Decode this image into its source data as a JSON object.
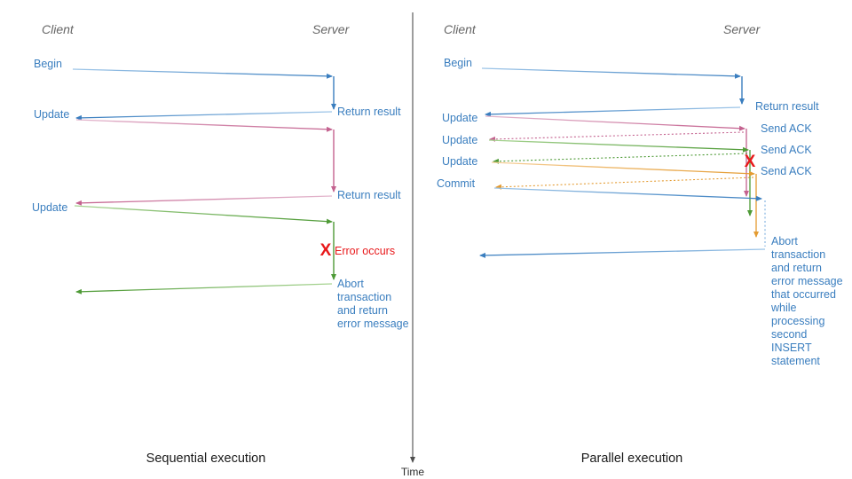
{
  "figure": {
    "title": "Sequential vs parallel transaction execution sequence diagram",
    "time_axis_label": "Time"
  },
  "colors": {
    "blue": "#3a7ebf",
    "blue_light": "#7aaede",
    "pink": "#c4628f",
    "pink_light": "#dda7c0",
    "green": "#4e9a36",
    "green_light": "#8fc878",
    "orange": "#e49b31",
    "orange_light": "#f3c276",
    "red": "#e8191b",
    "gray": "#666666",
    "axis": "#4d4d4d",
    "text": "#1a1a1a"
  },
  "panels": [
    {
      "id": "sequential",
      "caption": "Sequential execution",
      "actors": {
        "client": "Client",
        "server": "Server"
      },
      "messages": [
        {
          "id": "seq-begin",
          "label": "Begin",
          "color_key": "blue",
          "side": "client"
        },
        {
          "id": "seq-return-1",
          "label": "Return result",
          "color_key": "blue",
          "side": "server"
        },
        {
          "id": "seq-update-1",
          "label": "Update",
          "color_key": "pink",
          "side": "client"
        },
        {
          "id": "seq-return-2",
          "label": "Return result",
          "color_key": "pink",
          "side": "server"
        },
        {
          "id": "seq-update-2",
          "label": "Update",
          "color_key": "green",
          "side": "client"
        },
        {
          "id": "seq-error",
          "label": "Error occurs",
          "color_key": "red",
          "side": "server"
        },
        {
          "id": "seq-abort",
          "label": "Abort transaction and return error message",
          "color_key": "green",
          "side": "server"
        }
      ],
      "abort_lines": [
        "Abort",
        "transaction",
        "and return",
        "error message"
      ],
      "error_glyph": "X"
    },
    {
      "id": "parallel",
      "caption": "Parallel execution",
      "actors": {
        "client": "Client",
        "server": "Server"
      },
      "messages": [
        {
          "id": "par-begin",
          "label": "Begin",
          "color_key": "blue",
          "side": "client"
        },
        {
          "id": "par-return",
          "label": "Return result",
          "color_key": "blue",
          "side": "server"
        },
        {
          "id": "par-update-1",
          "label": "Update",
          "color_key": "pink",
          "side": "client"
        },
        {
          "id": "par-ack-1",
          "label": "Send ACK",
          "color_key": "pink",
          "side": "server"
        },
        {
          "id": "par-update-2",
          "label": "Update",
          "color_key": "green",
          "side": "client"
        },
        {
          "id": "par-ack-2",
          "label": "Send ACK",
          "color_key": "green",
          "side": "server"
        },
        {
          "id": "par-update-3",
          "label": "Update",
          "color_key": "orange",
          "side": "client"
        },
        {
          "id": "par-ack-3",
          "label": "Send ACK",
          "color_key": "orange",
          "side": "server"
        },
        {
          "id": "par-commit",
          "label": "Commit",
          "color_key": "blue",
          "side": "client"
        },
        {
          "id": "par-abort",
          "label": "Abort transaction and return error message that occurred while processing second INSERT statement",
          "color_key": "blue",
          "side": "server"
        }
      ],
      "abort_lines": [
        "Abort",
        "transaction",
        "and return",
        "error message",
        "that occurred",
        "while",
        "processing",
        "second",
        "INSERT",
        "statement"
      ],
      "error_glyph": "X"
    }
  ]
}
